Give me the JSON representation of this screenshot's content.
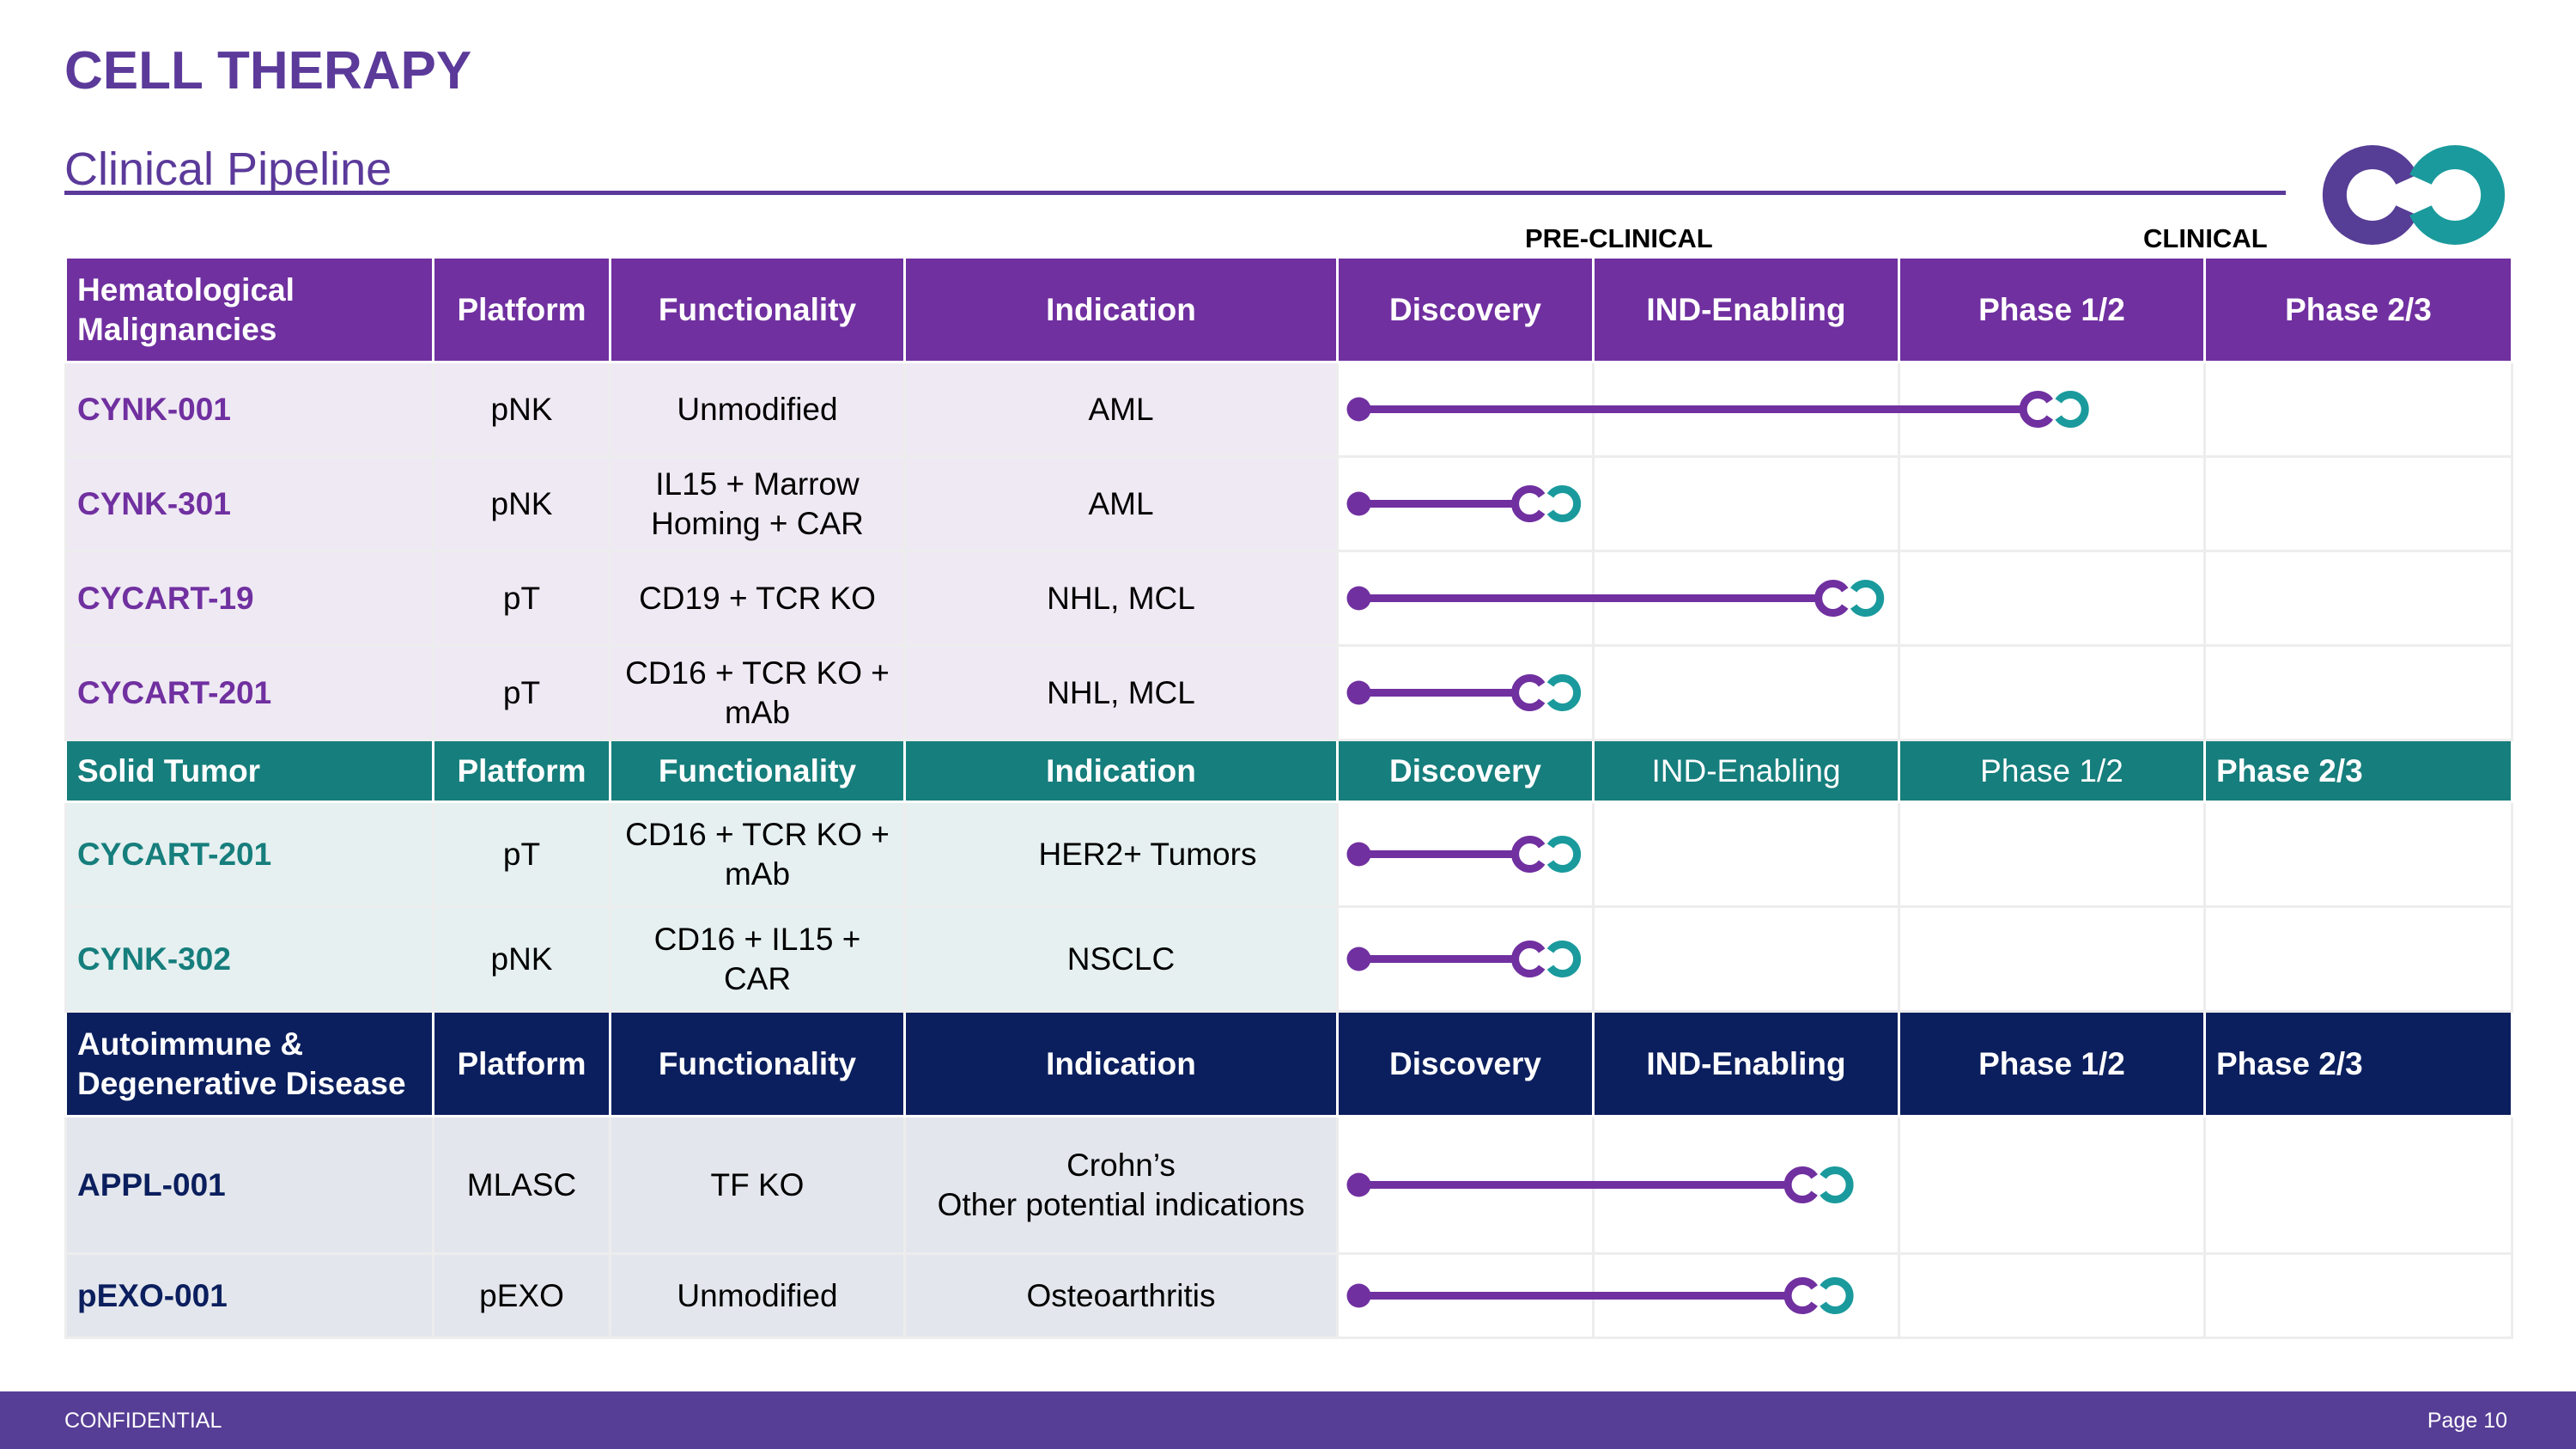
{
  "header": {
    "title": "CELL THERAPY",
    "subtitle": "Clinical Pipeline"
  },
  "phase_groups": {
    "preclinical": "PRE-CLINICAL",
    "clinical": "CLINICAL"
  },
  "stage_columns": [
    "Discovery",
    "IND-Enabling",
    "Phase 1/2",
    "Phase 2/3"
  ],
  "sections": [
    {
      "id": "hematological",
      "title": "Hematological Malignancies",
      "headers": {
        "platform": "Platform",
        "functionality": "Functionality",
        "indication": "Indication",
        "discovery": "Discovery",
        "ind": "IND-Enabling",
        "p12": "Phase 1/2",
        "p23": "Phase 2/3"
      },
      "rows": [
        {
          "name": "CYNK-001",
          "platform": "pNK",
          "functionality": "Unmodified",
          "indication": "AML",
          "progress_stage": "Phase 1/2",
          "progress_fraction": 0.62
        },
        {
          "name": "CYNK-301",
          "platform": "pNK",
          "functionality": "IL15 + Marrow Homing + CAR",
          "indication": "AML",
          "progress_stage": "Discovery",
          "progress_fraction": 0.95
        },
        {
          "name": "CYCART-19",
          "platform": "pT",
          "functionality": "CD19 + TCR KO",
          "indication": "NHL, MCL",
          "progress_stage": "IND-Enabling",
          "progress_fraction": 0.95
        },
        {
          "name": "CYCART-201",
          "platform": "pT",
          "functionality": "CD16 + TCR KO + mAb",
          "indication": "NHL, MCL",
          "progress_stage": "Discovery",
          "progress_fraction": 0.95
        }
      ]
    },
    {
      "id": "solid",
      "title": "Solid Tumor",
      "headers": {
        "platform": "Platform",
        "functionality": "Functionality",
        "indication": "Indication",
        "discovery": "Discovery",
        "ind": "IND-Enabling",
        "p12": "Phase 1/2",
        "p23": "Phase 2/3"
      },
      "rows": [
        {
          "name": "CYCART-201",
          "platform": "pT",
          "functionality": "CD16 + TCR KO + mAb",
          "indication": "HER2+ Tumors",
          "progress_stage": "Discovery",
          "progress_fraction": 0.95
        },
        {
          "name": "CYNK-302",
          "platform": "pNK",
          "functionality": "CD16 + IL15 + CAR",
          "indication": "NSCLC",
          "progress_stage": "Discovery",
          "progress_fraction": 0.95
        }
      ]
    },
    {
      "id": "autoimmune",
      "title": "Autoimmune & Degenerative Disease",
      "headers": {
        "platform": "Platform",
        "functionality": "Functionality",
        "indication": "Indication",
        "discovery": "Discovery",
        "ind": "IND-Enabling",
        "p12": "Phase 1/2",
        "p23": "Phase 2/3"
      },
      "rows": [
        {
          "name": "APPL-001",
          "platform": "MLASC",
          "functionality": "TF KO",
          "indication": "Crohn’s",
          "indication_2": "Other potential indications",
          "progress_stage": "IND-Enabling",
          "progress_fraction": 0.85
        },
        {
          "name": "pEXO-001",
          "platform": "pEXO",
          "functionality": "Unmodified",
          "indication": "Osteoarthritis",
          "progress_stage": "IND-Enabling",
          "progress_fraction": 0.85
        }
      ]
    }
  ],
  "footer": {
    "left": "CONFIDENTIAL",
    "right": "Page 10"
  },
  "colors": {
    "purple": "#7030a0",
    "teal": "#1a9a9c",
    "navy": "#0b1f5e",
    "brand": "#563d95"
  },
  "icons": {
    "logo": "infinity-logo-icon",
    "bar_end": "infinity-marker-icon"
  }
}
